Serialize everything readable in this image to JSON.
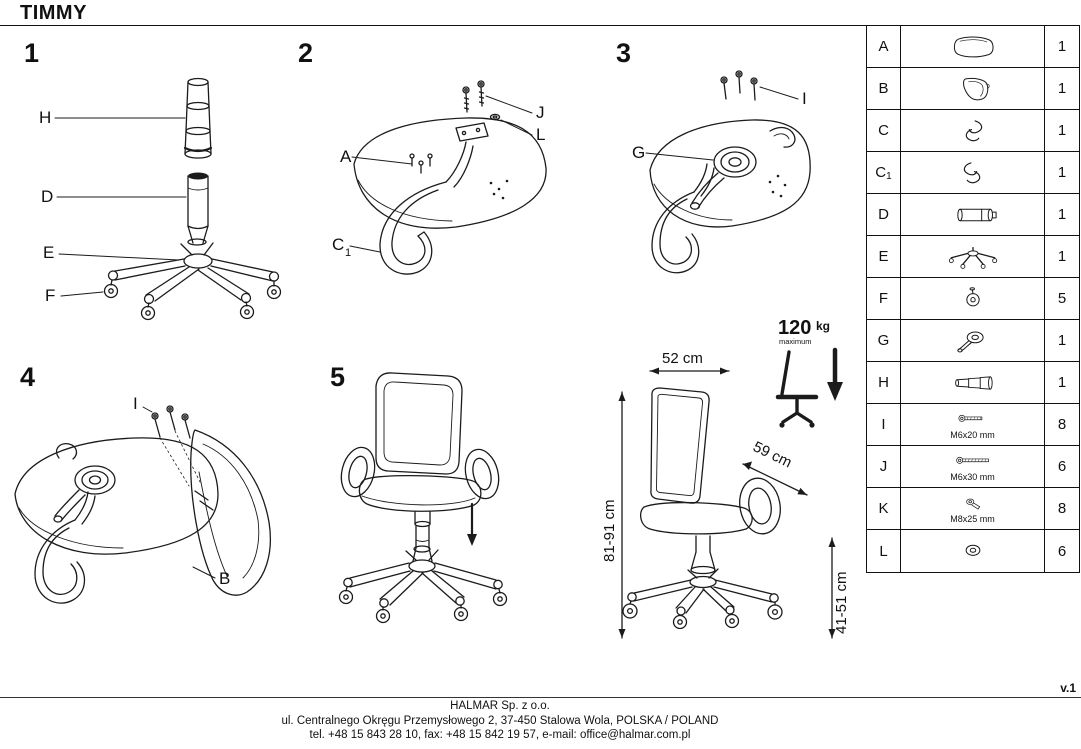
{
  "title": "TIMMY",
  "version": "v.1",
  "steps": {
    "s1": {
      "number": "1",
      "labels": {
        "h": "H",
        "d": "D",
        "e": "E",
        "f": "F"
      }
    },
    "s2": {
      "number": "2",
      "labels": {
        "a": "A",
        "j": "J",
        "l": "L",
        "c": "C",
        "c_sub": "1"
      }
    },
    "s3": {
      "number": "3",
      "labels": {
        "i": "I",
        "g": "G"
      }
    },
    "s4": {
      "number": "4",
      "labels": {
        "i": "I",
        "b": "B"
      }
    },
    "s5": {
      "number": "5"
    }
  },
  "dimensions": {
    "width": "52 cm",
    "depth": "59 cm",
    "height": "81-91 cm",
    "seat_height": "41-51 cm",
    "max_load": "120",
    "max_load_unit": "kg",
    "max_load_caption": "maximum"
  },
  "parts_table": {
    "rows": [
      {
        "letter": "A",
        "sub": "",
        "icon": "seat",
        "qty": "1",
        "note": ""
      },
      {
        "letter": "B",
        "sub": "",
        "icon": "backrest",
        "qty": "1",
        "note": ""
      },
      {
        "letter": "C",
        "sub": "",
        "icon": "armrest",
        "qty": "1",
        "note": ""
      },
      {
        "letter": "C",
        "sub": "1",
        "icon": "armrest-mirrored",
        "qty": "1",
        "note": ""
      },
      {
        "letter": "D",
        "sub": "",
        "icon": "gas-lift",
        "qty": "1",
        "note": ""
      },
      {
        "letter": "E",
        "sub": "",
        "icon": "five-star-base",
        "qty": "1",
        "note": ""
      },
      {
        "letter": "F",
        "sub": "",
        "icon": "caster",
        "qty": "5",
        "note": ""
      },
      {
        "letter": "G",
        "sub": "",
        "icon": "tilt-mechanism",
        "qty": "1",
        "note": ""
      },
      {
        "letter": "H",
        "sub": "",
        "icon": "telescopic-cover",
        "qty": "1",
        "note": ""
      },
      {
        "letter": "I",
        "sub": "",
        "icon": "screw-m6x20",
        "qty": "8",
        "note": "M6x20 mm"
      },
      {
        "letter": "J",
        "sub": "",
        "icon": "screw-m6x30",
        "qty": "6",
        "note": "M6x30 mm"
      },
      {
        "letter": "K",
        "sub": "",
        "icon": "screw-m8x25",
        "qty": "8",
        "note": "M8x25 mm"
      },
      {
        "letter": "L",
        "sub": "",
        "icon": "washer",
        "qty": "6",
        "note": ""
      }
    ]
  },
  "footer": {
    "line1": "HALMAR Sp. z o.o.",
    "line2": "ul. Centralnego Okręgu Przemysłowego 2, 37-450 Stalowa Wola, POLSKA / POLAND",
    "line3": "tel. +48 15 843 28 10, fax: +48 15 842 19 57, e-mail: office@halmar.com.pl"
  }
}
